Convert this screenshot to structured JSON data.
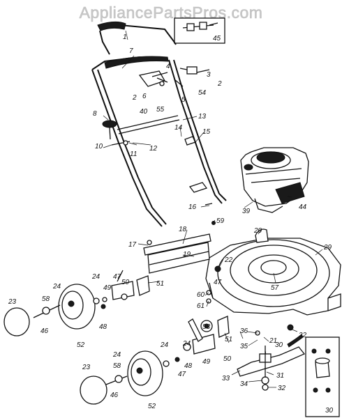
{
  "watermark": "AppliancePartsPros.com",
  "callouts": {
    "c1": "1",
    "c2a": "2",
    "c2b": "2",
    "c3": "3",
    "c4": "4",
    "c5": "5",
    "c6": "6",
    "c7": "7",
    "c8": "8",
    "c10": "10",
    "c11": "11",
    "c12": "12",
    "c13": "13",
    "c14": "14",
    "c15": "15",
    "c16": "16",
    "c17": "17",
    "c18": "18",
    "c19": "19",
    "c20": "20",
    "c21": "21",
    "c22a": "22",
    "c22b": "22",
    "c23a": "23",
    "c23b": "23",
    "c24a": "24",
    "c24b": "24",
    "c24c": "24",
    "c24d": "24",
    "c29": "29",
    "c30a": "30",
    "c30b": "30",
    "c31": "31",
    "c32": "32",
    "c33": "33",
    "c34": "34",
    "c35": "35",
    "c36": "36",
    "c39": "39",
    "c40": "40",
    "c44": "44",
    "c45": "45",
    "c46a": "46",
    "c46b": "46",
    "c47a": "47",
    "c47b": "47",
    "c47c": "47",
    "c48a": "48",
    "c48b": "48",
    "c49a": "49",
    "c49b": "49",
    "c50a": "50",
    "c50b": "50",
    "c51a": "51",
    "c51b": "51",
    "c52a": "52",
    "c52b": "52",
    "c53": "53",
    "c54": "54",
    "c55": "55",
    "c57": "57",
    "c58a": "58",
    "c58b": "58",
    "c59": "59",
    "c60": "60",
    "c61": "61"
  }
}
